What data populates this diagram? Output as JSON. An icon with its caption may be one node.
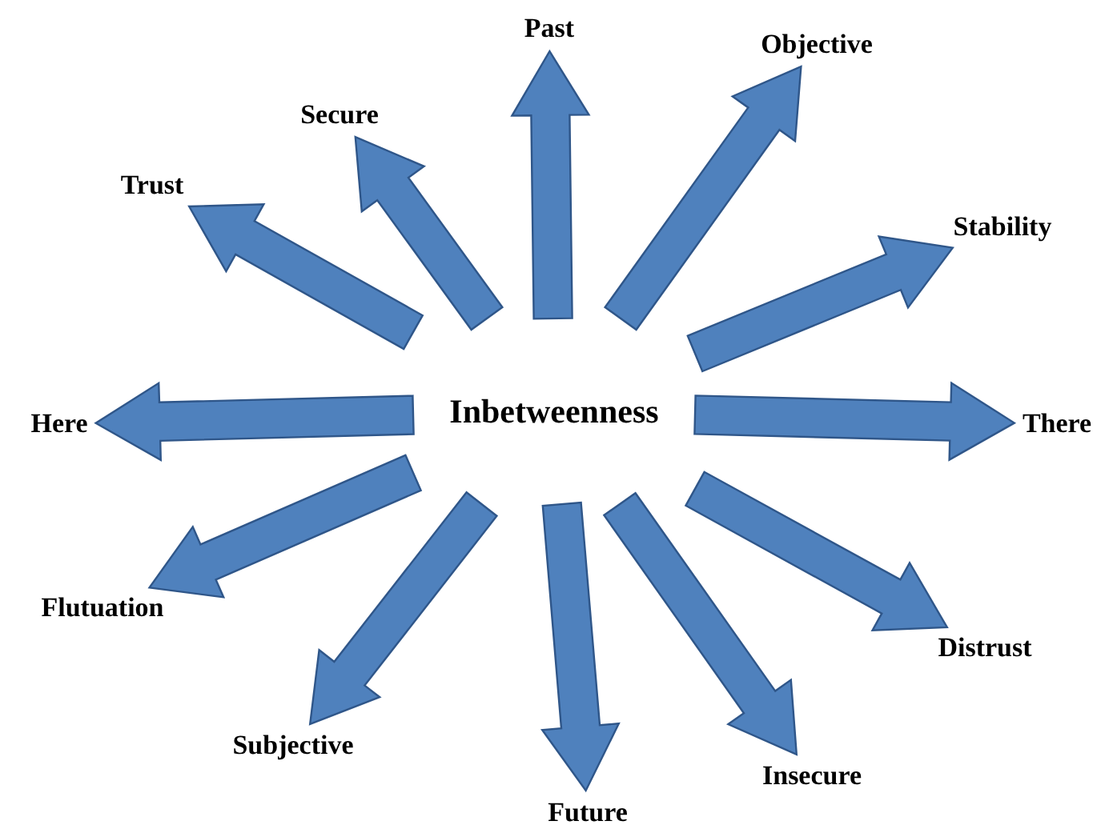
{
  "diagram": {
    "nodes": [
      {
        "text": [
          "Inbetweenness"
        ]
      },
      {
        "text": [
          "Past"
        ]
      },
      {
        "text": [
          "Objective"
        ]
      },
      {
        "text": [
          "Stability"
        ]
      },
      {
        "text": [
          "There"
        ]
      },
      {
        "text": [
          "Distrust"
        ]
      },
      {
        "text": [
          "Insecure"
        ]
      },
      {
        "text": [
          "Future"
        ]
      },
      {
        "text": [
          "Subjective"
        ]
      },
      {
        "text": [
          "Flutuation"
        ]
      },
      {
        "text": [
          "Here"
        ]
      },
      {
        "text": [
          "Trust"
        ]
      },
      {
        "text": [
          "Secure"
        ]
      }
    ],
    "edges": [
      {
        "from": 0,
        "to": 1,
        "arrow": "to",
        "style": "thick"
      },
      {
        "from": 0,
        "to": 2,
        "arrow": "to",
        "style": "thick"
      },
      {
        "from": 0,
        "to": 3,
        "arrow": "to",
        "style": "thick"
      },
      {
        "from": 0,
        "to": 4,
        "arrow": "to",
        "style": "thick"
      },
      {
        "from": 0,
        "to": 5,
        "arrow": "to",
        "style": "thick"
      },
      {
        "from": 0,
        "to": 6,
        "arrow": "to",
        "style": "thick"
      },
      {
        "from": 0,
        "to": 7,
        "arrow": "to",
        "style": "thick"
      },
      {
        "from": 0,
        "to": 8,
        "arrow": "to",
        "style": "thick"
      },
      {
        "from": 0,
        "to": 9,
        "arrow": "to",
        "style": "thick"
      },
      {
        "from": 0,
        "to": 10,
        "arrow": "to",
        "style": "thick"
      },
      {
        "from": 0,
        "to": 11,
        "arrow": "to",
        "style": "thick"
      },
      {
        "from": 0,
        "to": 12,
        "arrow": "to",
        "style": "thick"
      }
    ]
  }
}
